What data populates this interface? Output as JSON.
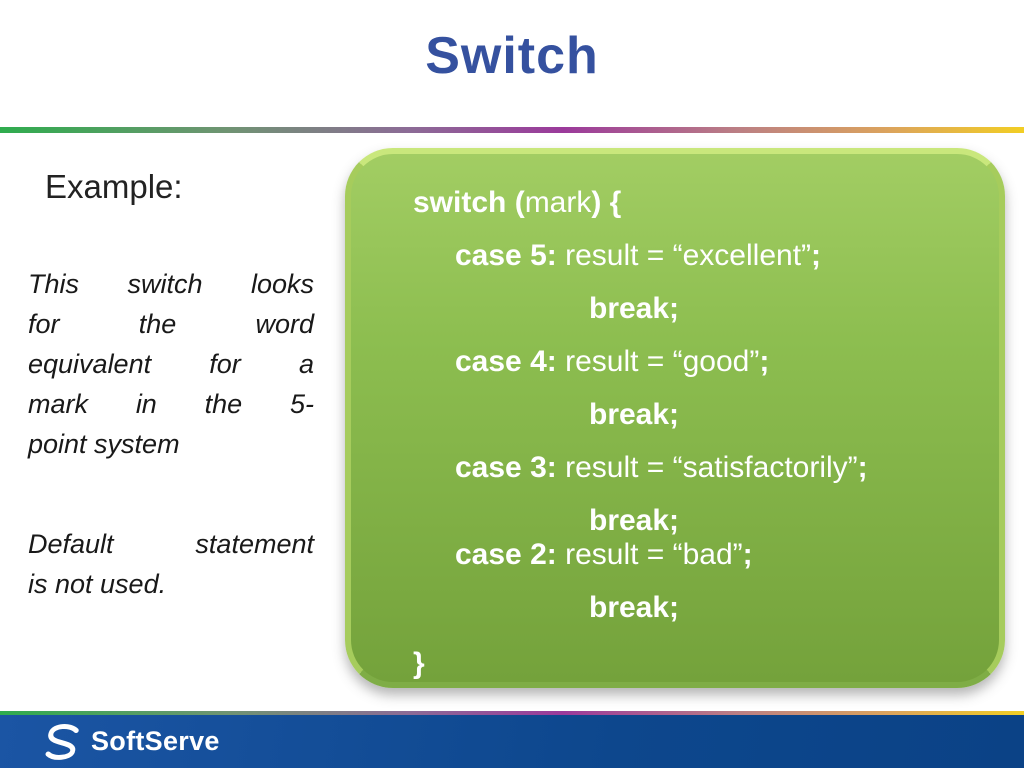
{
  "slide": {
    "title": "Switch"
  },
  "left": {
    "heading": "Example:",
    "para1_lines": [
      "This switch looks",
      "for the word",
      "equivalent for a",
      "mark in the 5-",
      "point system"
    ],
    "para2_lines": [
      "Default statement",
      "is not used."
    ]
  },
  "code": {
    "lines": [
      {
        "pre": "switch (",
        "mid": "mark",
        "post": ") {"
      },
      {
        "pre": "case 5:",
        "mid": " result = “excellent”",
        "post": ";"
      },
      {
        "pre": "break;"
      },
      {
        "pre": "case 4:",
        "mid": " result = “good”",
        "post": ";"
      },
      {
        "pre": "break;"
      },
      {
        "pre": "case 3:",
        "mid": " result = “satisfactorily”",
        "post": ";"
      },
      {
        "pre": "break;"
      },
      {
        "pre": "case 2:",
        "mid": " result = “bad”",
        "post": ";"
      },
      {
        "pre": "break;"
      },
      {
        "pre": "}"
      }
    ]
  },
  "footer": {
    "brand": "SoftServe"
  },
  "colors": {
    "title_blue": "#35519F",
    "box_green_top": "#A2CD63",
    "box_green_bottom": "#74A23B",
    "box_border_highlight": "#C9E77C",
    "code_text": "#FFFFFF",
    "footer_blue": "#0D478D",
    "accent_gradient": [
      "#2FAC4E",
      "#9B3A9B",
      "#BB7F84",
      "#DCA45C",
      "#F2CE24"
    ]
  }
}
